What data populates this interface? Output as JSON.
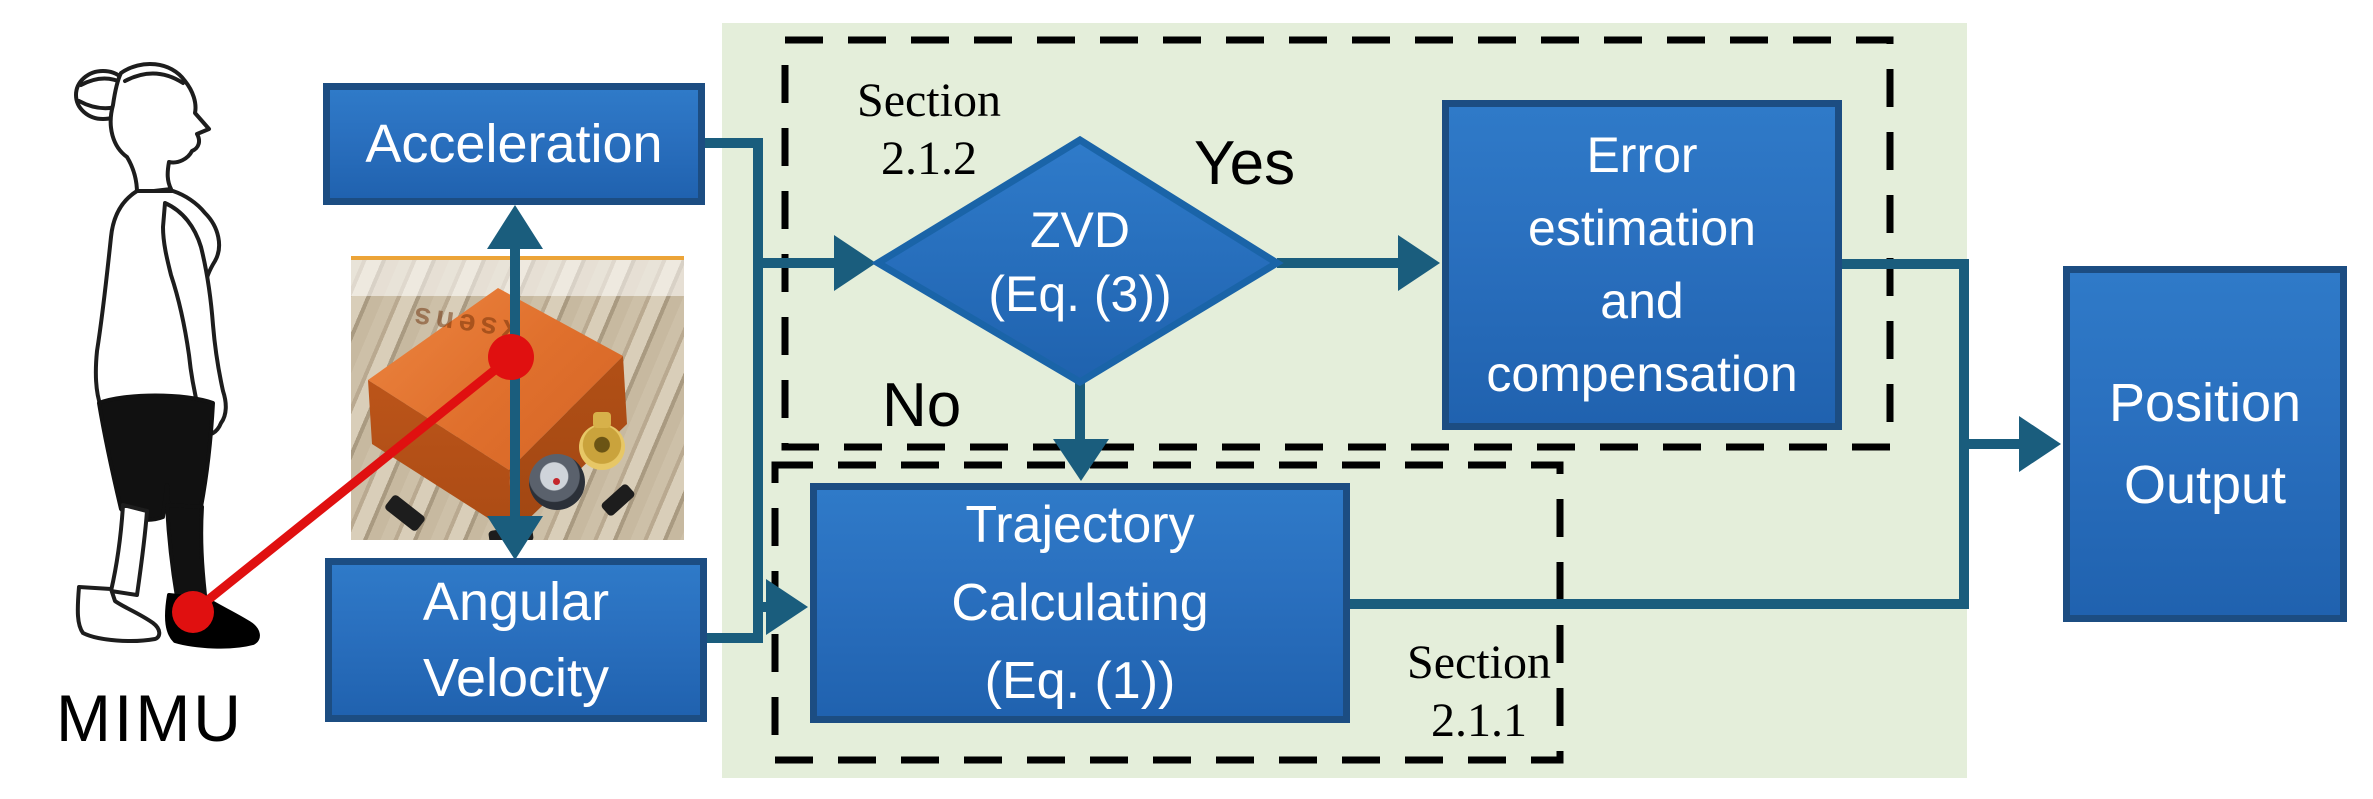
{
  "figure_type": "flowchart-diagram",
  "mimu": {
    "label": "MIMU",
    "sensor_brand": "xsens"
  },
  "nodes": {
    "acceleration": {
      "lines": [
        "Acceleration"
      ]
    },
    "angular_velocity": {
      "lines": [
        "Angular",
        "Velocity"
      ]
    },
    "zvd": {
      "lines": [
        "ZVD",
        "(Eq. (3))"
      ]
    },
    "error": {
      "lines": [
        "Error",
        "estimation",
        "and",
        "compensation"
      ]
    },
    "trajectory": {
      "lines": [
        "Trajectory",
        "Calculating",
        "(Eq. (1))"
      ]
    },
    "position": {
      "lines": [
        "Position",
        "Output"
      ]
    }
  },
  "edge_labels": {
    "yes": "Yes",
    "no": "No"
  },
  "sections": {
    "zvd_detector": {
      "lines": [
        "Section",
        "2.1.2"
      ]
    },
    "trajectory_calc": {
      "lines": [
        "Section",
        "2.1.1"
      ]
    }
  },
  "colors": {
    "panel_green": "#e4eeda",
    "node_fill_top": "#2f7ac8",
    "node_fill_bottom": "#2062af",
    "node_border": "#1c4d82",
    "connector_teal": "#1a5d7d",
    "dashed_border": "#000000",
    "marker_red": "#e01010",
    "sensor_orange": "#e0702d",
    "text_white": "#ffffff",
    "text_black": "#000000"
  }
}
